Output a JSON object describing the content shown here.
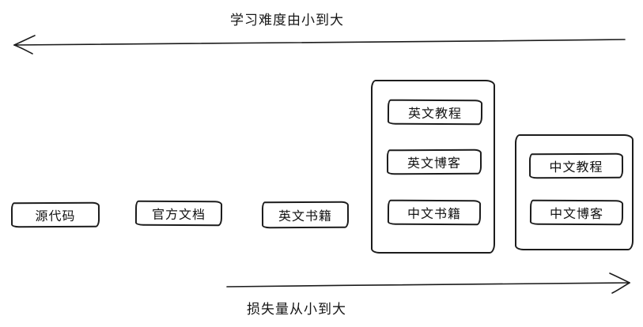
{
  "diagram": {
    "axes": {
      "top": {
        "label": "学习难度由小到大",
        "direction": "left"
      },
      "bottom": {
        "label": "损失量从小到大",
        "direction": "right"
      }
    },
    "standalone_nodes": [
      {
        "label": "源代码"
      },
      {
        "label": "官方文档"
      },
      {
        "label": "英文书籍"
      }
    ],
    "groups": [
      {
        "items": [
          {
            "label": "英文教程"
          },
          {
            "label": "英文博客"
          },
          {
            "label": "中文书籍"
          }
        ]
      },
      {
        "items": [
          {
            "label": "中文教程"
          },
          {
            "label": "中文博客"
          }
        ]
      }
    ],
    "style": {
      "stroke_color": "#1c1c1c",
      "background_color": "#ffffff"
    }
  }
}
